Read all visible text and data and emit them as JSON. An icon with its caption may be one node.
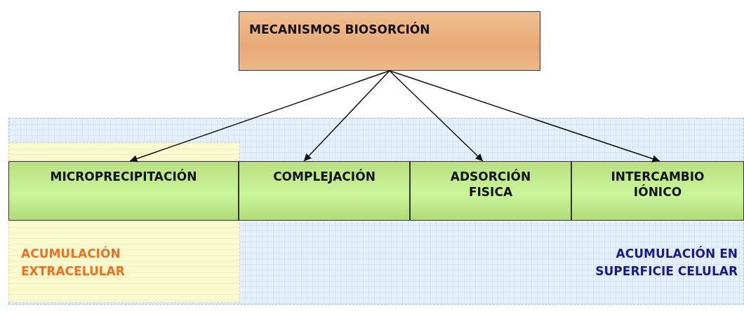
{
  "diagram": {
    "nodes": [
      {
        "text": [
          "MECANISMOS BIOSORCIÓN"
        ]
      },
      {
        "text": [
          "ACUMULACIÓN EN SUPERFICIE CELULAR"
        ]
      },
      {
        "text": [
          "ACUMULACIÓN EXTRACELULAR"
        ],
        "in": 1
      },
      {
        "text": [
          "MICROPRECIPITACIÓN"
        ],
        "in": 2
      },
      {
        "text": [
          "COMPLEJACIÓN"
        ],
        "in": 1
      },
      {
        "text": [
          "ADSORCIÓN FISICA"
        ],
        "in": 1
      },
      {
        "text": [
          "INTERCAMBIO IÓNICO"
        ],
        "in": 1
      }
    ],
    "edges": [
      {
        "from": 0,
        "to": 3,
        "arrow": "to"
      },
      {
        "from": 0,
        "to": 4,
        "arrow": "to"
      },
      {
        "from": 0,
        "to": 5,
        "arrow": "to"
      },
      {
        "from": 0,
        "to": 6,
        "arrow": "to"
      }
    ]
  }
}
